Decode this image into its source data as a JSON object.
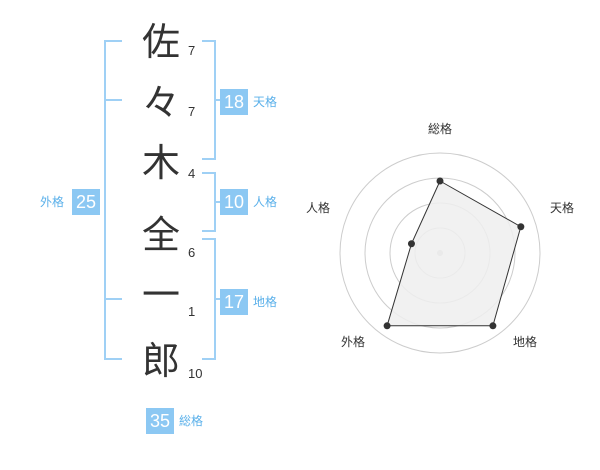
{
  "name": {
    "characters": [
      {
        "char": "佐",
        "strokes": "7"
      },
      {
        "char": "々",
        "strokes": "7"
      },
      {
        "char": "木",
        "strokes": "4"
      },
      {
        "char": "全",
        "strokes": "6"
      },
      {
        "char": "一",
        "strokes": "1"
      },
      {
        "char": "郎",
        "strokes": "10"
      }
    ]
  },
  "fortune": {
    "tenkaku": {
      "label": "天格",
      "value": "18"
    },
    "jinkaku": {
      "label": "人格",
      "value": "10"
    },
    "chikaku": {
      "label": "地格",
      "value": "17"
    },
    "gaikaku": {
      "label": "外格",
      "value": "25"
    },
    "soukaku": {
      "label": "総格",
      "value": "35"
    }
  },
  "radar": {
    "axes": [
      "総格",
      "天格",
      "地格",
      "外格",
      "人格"
    ],
    "values": [
      0.72,
      0.85,
      0.9,
      0.9,
      0.3
    ],
    "fill_color": "#eeeeee",
    "line_color": "#333333",
    "grid_color": "#cccccc"
  },
  "colors": {
    "badge": "#8cc8f3",
    "bracket": "#9fd0f5",
    "label": "#5ab0ea"
  }
}
